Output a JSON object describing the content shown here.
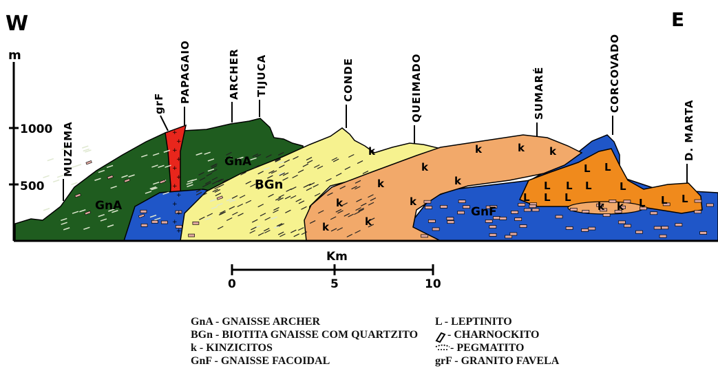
{
  "compass": {
    "west": "W",
    "east": "E"
  },
  "elevation_axis": {
    "unit": "m",
    "ticks": [
      "1000",
      "500"
    ]
  },
  "peaks": [
    "MUZEMA",
    "grF",
    "PAPAGAIO",
    "ARCHER",
    "TIJUCA",
    "CONDE",
    "QUEIMADO",
    "SUMARÉ",
    "CORCOVADO",
    "D. MARTA"
  ],
  "units_on_section": {
    "gna": "GnA",
    "bgn": "BGn",
    "gnf": "GnF",
    "k": "k",
    "l": "L"
  },
  "scale_bar": {
    "unit": "Km",
    "ticks": [
      "0",
      "5",
      "10"
    ]
  },
  "legend": {
    "left": [
      "GnA - GNAISSE ARCHER",
      "BGn - BIOTITA GNAISSE COM QUARTZITO",
      "k - KINZICITOS",
      "GnF - GNAISSE FACOIDAL"
    ],
    "right": [
      "L - LEPTINITO",
      "- CHARNOCKITO",
      "- PEGMATITO",
      "grF - GRANITO FAVELA"
    ]
  },
  "colors": {
    "gnaisse_archer": "#1f5c1f",
    "biotita_gnaisse": "#f6f28f",
    "kinzicitos": "#f2a96a",
    "gnaisse_facoidal": "#1f56c8",
    "leptinito": "#f08a1c",
    "granito_favela": "#e8261c",
    "charnockito": "#e0b0a4"
  }
}
